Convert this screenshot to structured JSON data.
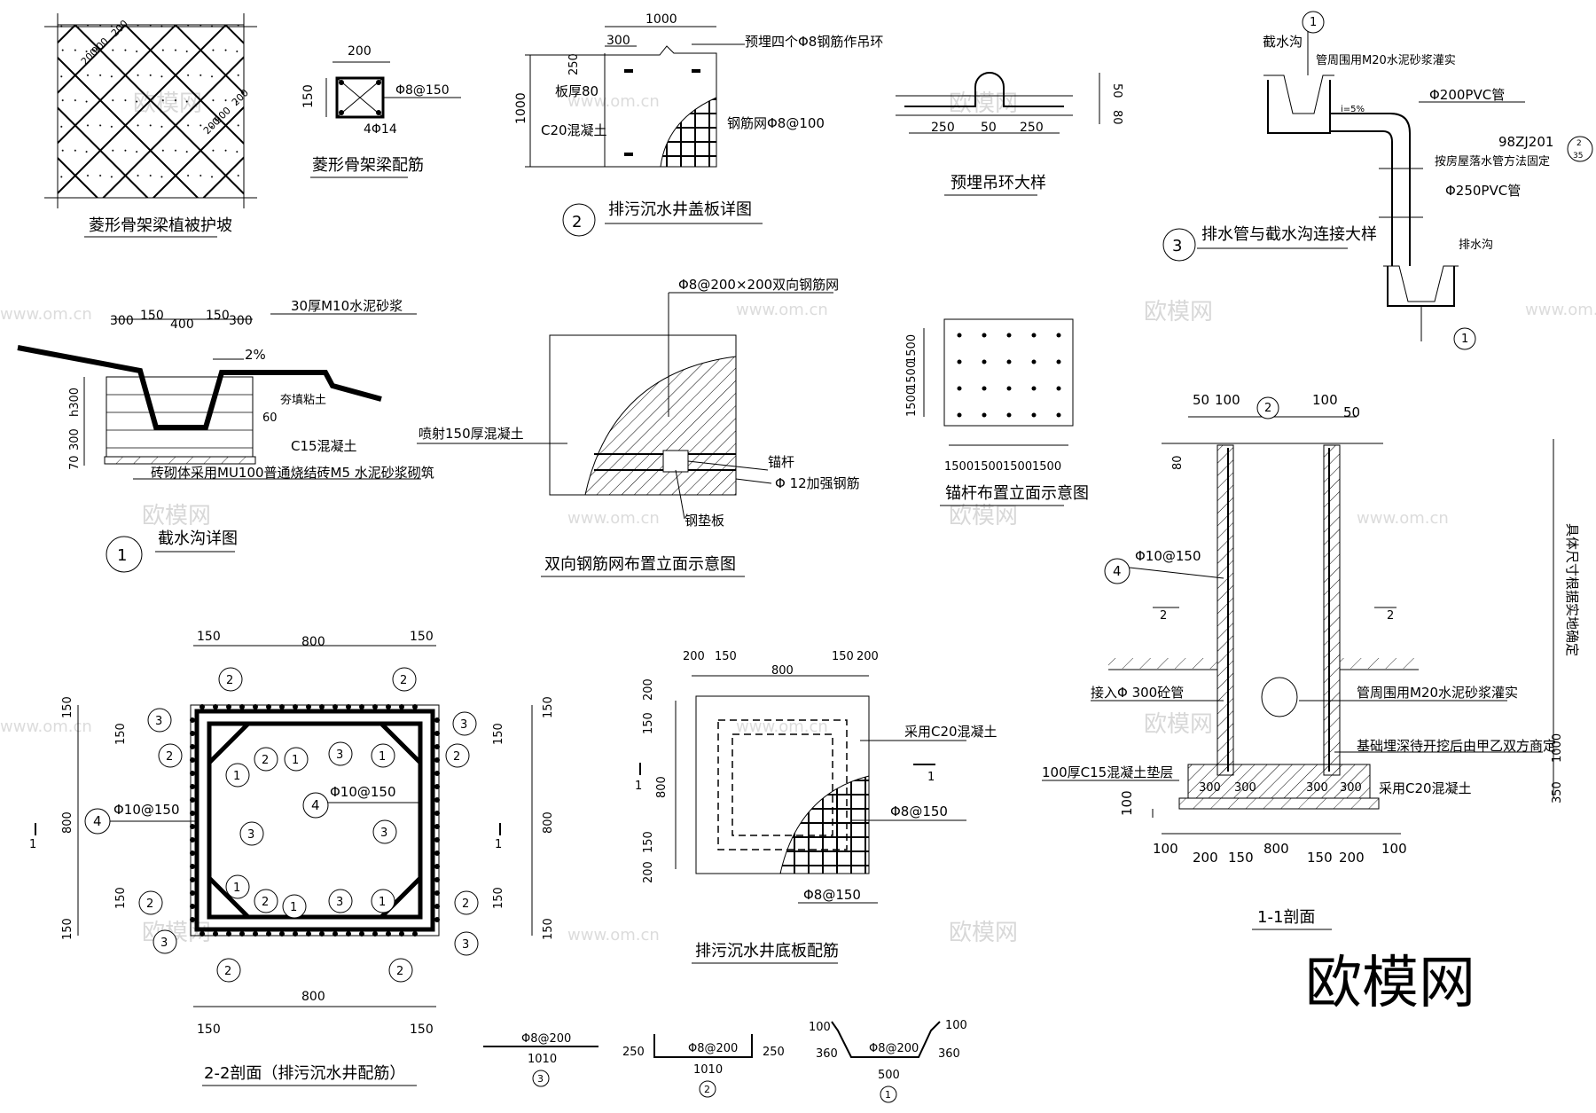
{
  "brand": "欧模网",
  "watermark": {
    "text": "欧模网",
    "url": "www.om.cn"
  },
  "slope_detail": {
    "title": "菱形骨架梁植被护坡",
    "dims": [
      "200",
      "900",
      "200",
      "200",
      "900",
      "200"
    ]
  },
  "beam_rebar": {
    "title": "菱形骨架梁配筋",
    "width": "200",
    "height": "150",
    "stirrup": "Φ8@150",
    "main": "4Φ14"
  },
  "cover_plate": {
    "title": "排污沉水井盖板详图",
    "num": "2",
    "width": "1000",
    "side": "300",
    "rise": "250",
    "height": "1000",
    "label_hook": "预埋四个Φ8钢筋作吊环",
    "label_thick": "板厚80",
    "label_concrete": "C20混凝土",
    "label_mesh": "钢筋网Φ8@100"
  },
  "lifting_ring": {
    "title": "预埋吊环大样",
    "dims": [
      "250",
      "50",
      "250"
    ],
    "right": [
      "50",
      "80"
    ]
  },
  "drain_pipe": {
    "title": "排水管与截水沟连接大样",
    "num": "3",
    "ref_top": "1",
    "ref_bot": "1",
    "labels": {
      "ditch": "截水沟",
      "grout": "管周围用M20水泥砂浆灌实",
      "pvc200": "Φ200PVC管",
      "std": "98ZJ201",
      "fix": "按房屋落水管方法固定",
      "pvc250": "Φ250PVC管",
      "outlet": "排水沟",
      "slope": "i=5%",
      "std_ref_top": "2",
      "std_ref_bot": "35"
    }
  },
  "ditch_detail": {
    "title": "截水沟详图",
    "num": "1",
    "top_dims": [
      "300",
      "150",
      "400",
      "150",
      "300"
    ],
    "left_dims": [
      "h300",
      "300",
      "70"
    ],
    "label_mortar": "30厚M10水泥砂浆",
    "label_slope": "2%",
    "label_fill": "夯填粘土",
    "label_c15": "C15混凝土",
    "label_brick": "砖砌体采用MU100普通烧结砖M5 水泥砂浆砌筑",
    "dim60": "60"
  },
  "mesh_elev": {
    "title": "双向钢筋网布置立面示意图",
    "label_mesh": "Φ8@200×200双向钢筋网",
    "label_shot": "喷射150厚混凝土",
    "label_anchor": "锚杆",
    "label_rebar": "Φ 12加强钢筋",
    "label_plate": "钢垫板"
  },
  "anchor_layout": {
    "title": "锚杆布置立面示意图",
    "h_dims": [
      "1500",
      "1500",
      "1500",
      "1500"
    ],
    "v_dims": [
      "1500",
      "1500",
      "1500"
    ]
  },
  "section_22": {
    "title": "2-2剖面（排污沉水井配筋）",
    "top_dims": [
      "150",
      "800",
      "150"
    ],
    "bot_dims": [
      "150",
      "800",
      "150"
    ],
    "left_dims": [
      "150",
      "150",
      "800",
      "150",
      "150"
    ],
    "right_dims": [
      "150",
      "150",
      "800",
      "150",
      "150"
    ],
    "label_a": "Φ10@150",
    "label_b": "Φ10@150",
    "cut": "1"
  },
  "bottom_plate": {
    "title": "排污沉水井底板配筋",
    "top_dims": [
      "200",
      "150",
      "800",
      "150",
      "200"
    ],
    "left_dims": [
      "200",
      "150",
      "800",
      "150",
      "200"
    ],
    "label_c20": "采用C20混凝土",
    "label_r1": "Φ8@150",
    "label_r2": "Φ8@150",
    "cut": "1"
  },
  "section_11": {
    "title": "1-1剖面",
    "top_dims": [
      "50",
      "100",
      "100",
      "50"
    ],
    "dim80": "80",
    "label_rebar": "Φ10@150",
    "label_pipe": "接入Φ 300砼管",
    "label_grout": "管周围用M20水泥砂浆灌实",
    "label_found": "基础埋深待开挖后由甲乙双方商定",
    "label_pad": "100厚C15混凝土垫层",
    "label_c20": "采用C20混凝土",
    "label_side": "具体尺寸根据实地确定",
    "right_dims": [
      "1000",
      "350"
    ],
    "bot_dims": [
      "100",
      "200",
      "150",
      "800",
      "150",
      "200",
      "100"
    ],
    "inner": [
      "300",
      "300",
      "300",
      "300"
    ],
    "dim100": "100",
    "cut": "2",
    "ref": "2"
  },
  "bars": [
    {
      "num": "3",
      "spec": "Φ8@200",
      "len": "1010"
    },
    {
      "num": "2",
      "spec": "Φ8@200",
      "len": "1010",
      "hook": "250"
    },
    {
      "num": "1",
      "spec": "Φ8@200",
      "len": "500",
      "hook": "360",
      "tip": "100"
    }
  ]
}
